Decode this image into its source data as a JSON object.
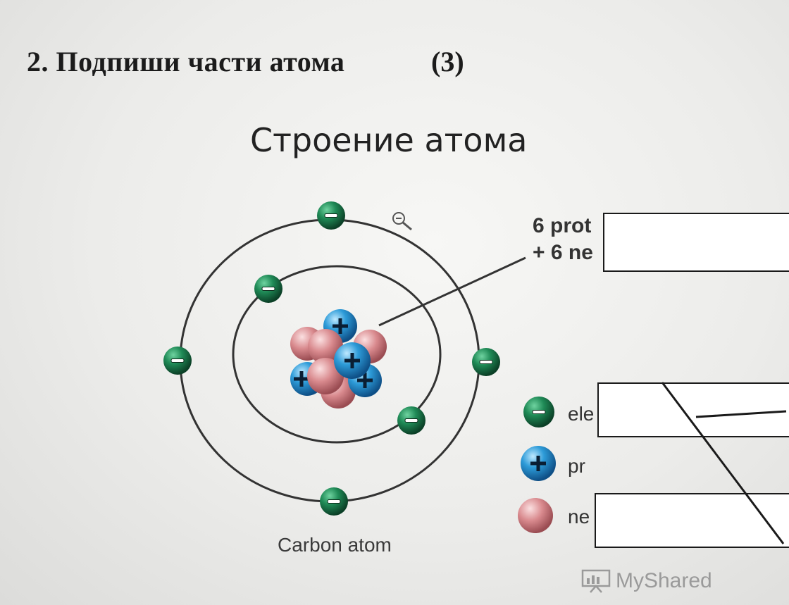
{
  "task": {
    "title": "2. Подпиши части атома",
    "points": "(3)"
  },
  "slide": {
    "title": "Строение атома"
  },
  "diagram": {
    "nucleus_label_line1": "6 prot",
    "nucleus_label_line2": "+ 6 ne",
    "caption": "Carbon atom",
    "legend": {
      "electron": "ele",
      "proton": "pr",
      "neutron": "ne"
    },
    "colors": {
      "electron": "#1f7a4f",
      "proton": "#2d9bd8",
      "neutron": "#d98a8e",
      "orbit": "#333333"
    },
    "icons": {
      "electron": "minus-sign",
      "proton": "plus-sign",
      "neutron": "plain-sphere"
    }
  },
  "watermark": {
    "text": "MyShared"
  }
}
